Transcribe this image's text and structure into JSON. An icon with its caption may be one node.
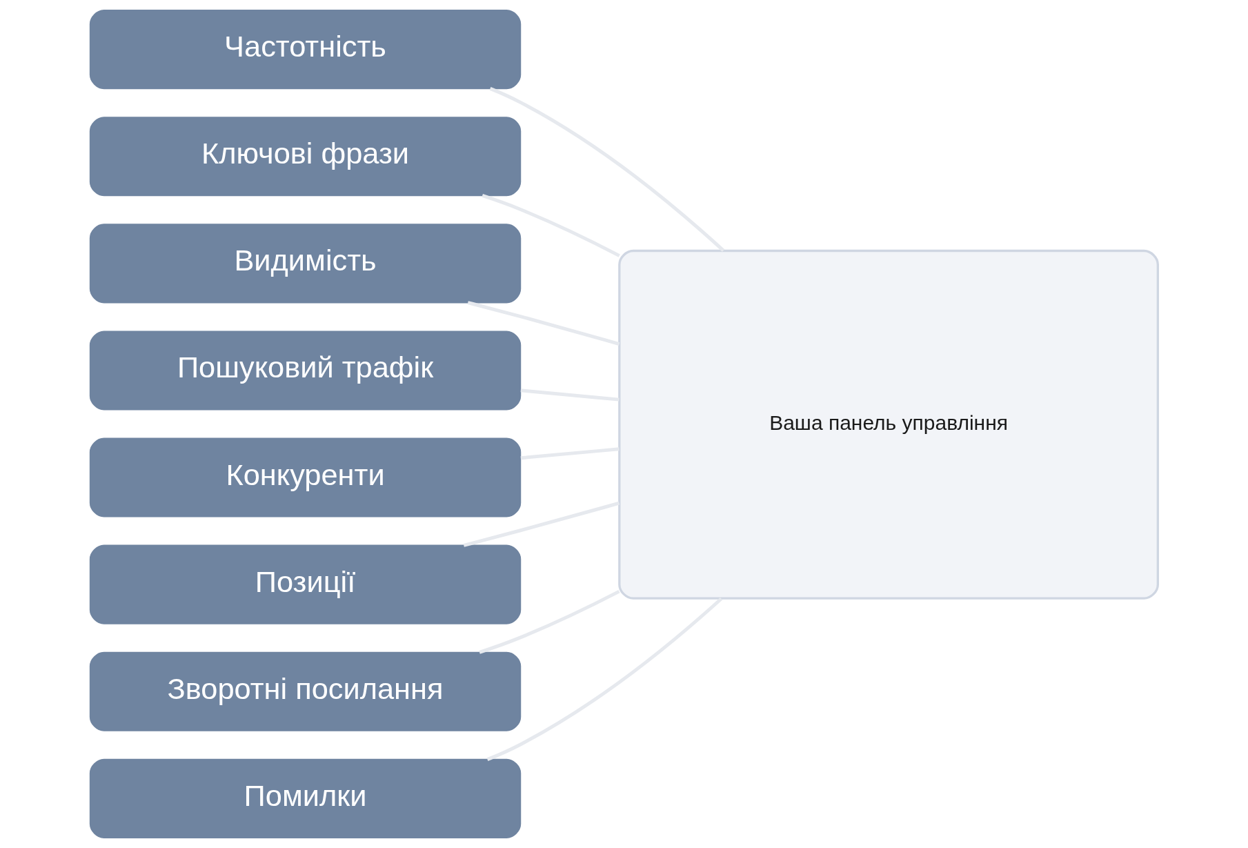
{
  "diagram": {
    "nodes": [
      {
        "text": [
          "Частотність"
        ]
      },
      {
        "text": [
          "Ключові фрази"
        ]
      },
      {
        "text": [
          "Видимість"
        ]
      },
      {
        "text": [
          "Пошуковий трафік"
        ]
      },
      {
        "text": [
          "Конкуренти"
        ]
      },
      {
        "text": [
          "Позиції"
        ]
      },
      {
        "text": [
          "Зворотні посилання"
        ]
      },
      {
        "text": [
          "Помилки"
        ]
      },
      {
        "text": [
          "Ваша панель управління"
        ]
      }
    ],
    "edges": [
      {
        "from": 0,
        "to": 8,
        "arrow": "none"
      },
      {
        "from": 1,
        "to": 8,
        "arrow": "none"
      },
      {
        "from": 2,
        "to": 8,
        "arrow": "none"
      },
      {
        "from": 3,
        "to": 8,
        "arrow": "none"
      },
      {
        "from": 4,
        "to": 8,
        "arrow": "none"
      },
      {
        "from": 5,
        "to": 8,
        "arrow": "none"
      },
      {
        "from": 6,
        "to": 8,
        "arrow": "none"
      },
      {
        "from": 7,
        "to": 8,
        "arrow": "none"
      }
    ]
  }
}
